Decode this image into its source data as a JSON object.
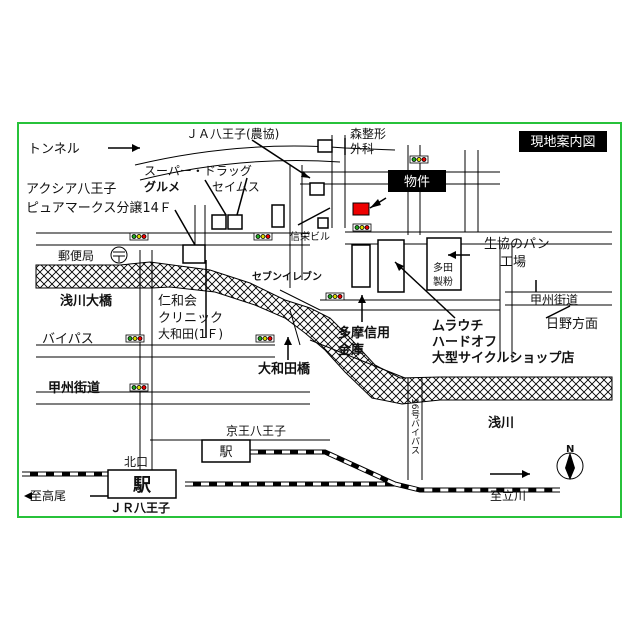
{
  "title": "現地案内図",
  "property": "物件",
  "labels": {
    "tunnel": "トンネル",
    "ja": "ＪＡ八王子(農協)",
    "shinsei": "森整形",
    "shinsei2": "外科",
    "supermarket1": "スーパー・ドラッグ",
    "supermarket2": "グルメ",
    "seimusu": "セイムス",
    "axia1": "アクシア八王子",
    "axia2": "ピュアマークス分譲14Ｆ",
    "post": "郵便局",
    "asakawa_ohashi": "浅川大橋",
    "niwakai": "仁和会",
    "clinic": "クリニック",
    "yamatoda1f": "大和田(1Ｆ)",
    "bypass": "バイパス",
    "koshu_left": "甲州街道",
    "shinei": "信栄ビル",
    "seven": "セブンイレブン",
    "seikyo1": "生協のパン",
    "seikyo2": "工場",
    "tada1": "多田",
    "tada2": "製粉",
    "koshu_right": "甲州街道",
    "hino": "日野方面",
    "tama1": "多摩信用",
    "tama2": "金庫",
    "mura1": "ムラウチ",
    "mura2": "ハードオフ",
    "mura3": "大型サイクルショップ店",
    "yamatoda_bashi": "大和田橋",
    "asakawa": "浅川",
    "route16": "16号バイパス",
    "keio": "京王八王子",
    "keio_eki": "駅",
    "kitaguchi": "北口",
    "eki": "駅",
    "jr": "ＪＲ八王子",
    "takao": "至高尾",
    "tachikawa": "至立川",
    "north": "N"
  }
}
